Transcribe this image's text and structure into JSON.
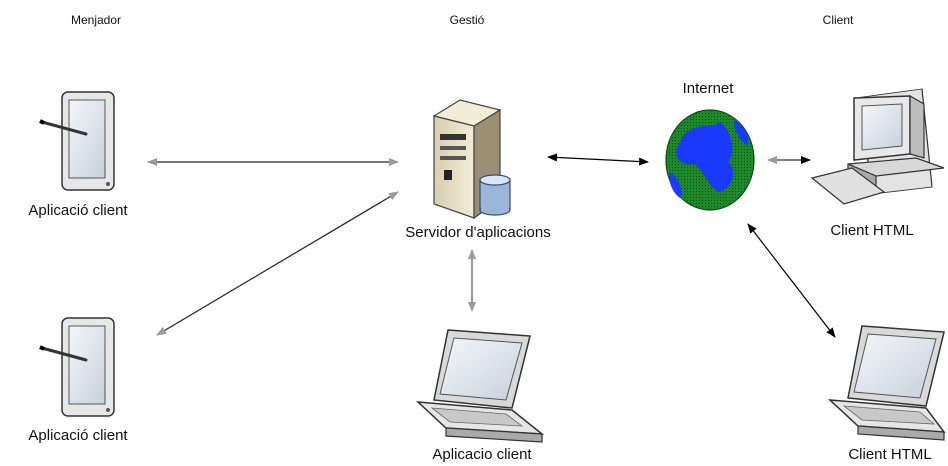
{
  "columns": {
    "menjador": "Menjador",
    "gestio": "Gestió",
    "client": "Client"
  },
  "nodes": {
    "tablet_top": "Aplicació client",
    "tablet_bottom": "Aplicació client",
    "server": "Servidor d'aplicacions",
    "internet": "Internet",
    "laptop_center": "Aplicacio client",
    "desktop_client": "Client HTML",
    "laptop_client": "Client HTML"
  },
  "colors": {
    "globe_ocean": "#1a3aff",
    "globe_land": "#1d8a2a",
    "arrow_dark": "#000000",
    "arrow_light": "#9a9a9a"
  }
}
